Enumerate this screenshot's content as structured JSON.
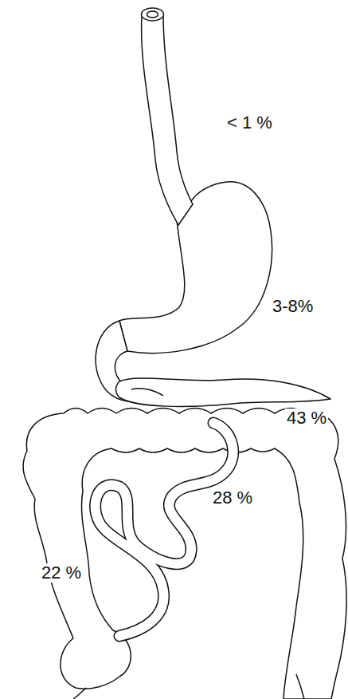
{
  "diagram": {
    "labels": [
      "< 1 %",
      "3-8%",
      "43 %",
      "28 %",
      "22 %"
    ]
  }
}
